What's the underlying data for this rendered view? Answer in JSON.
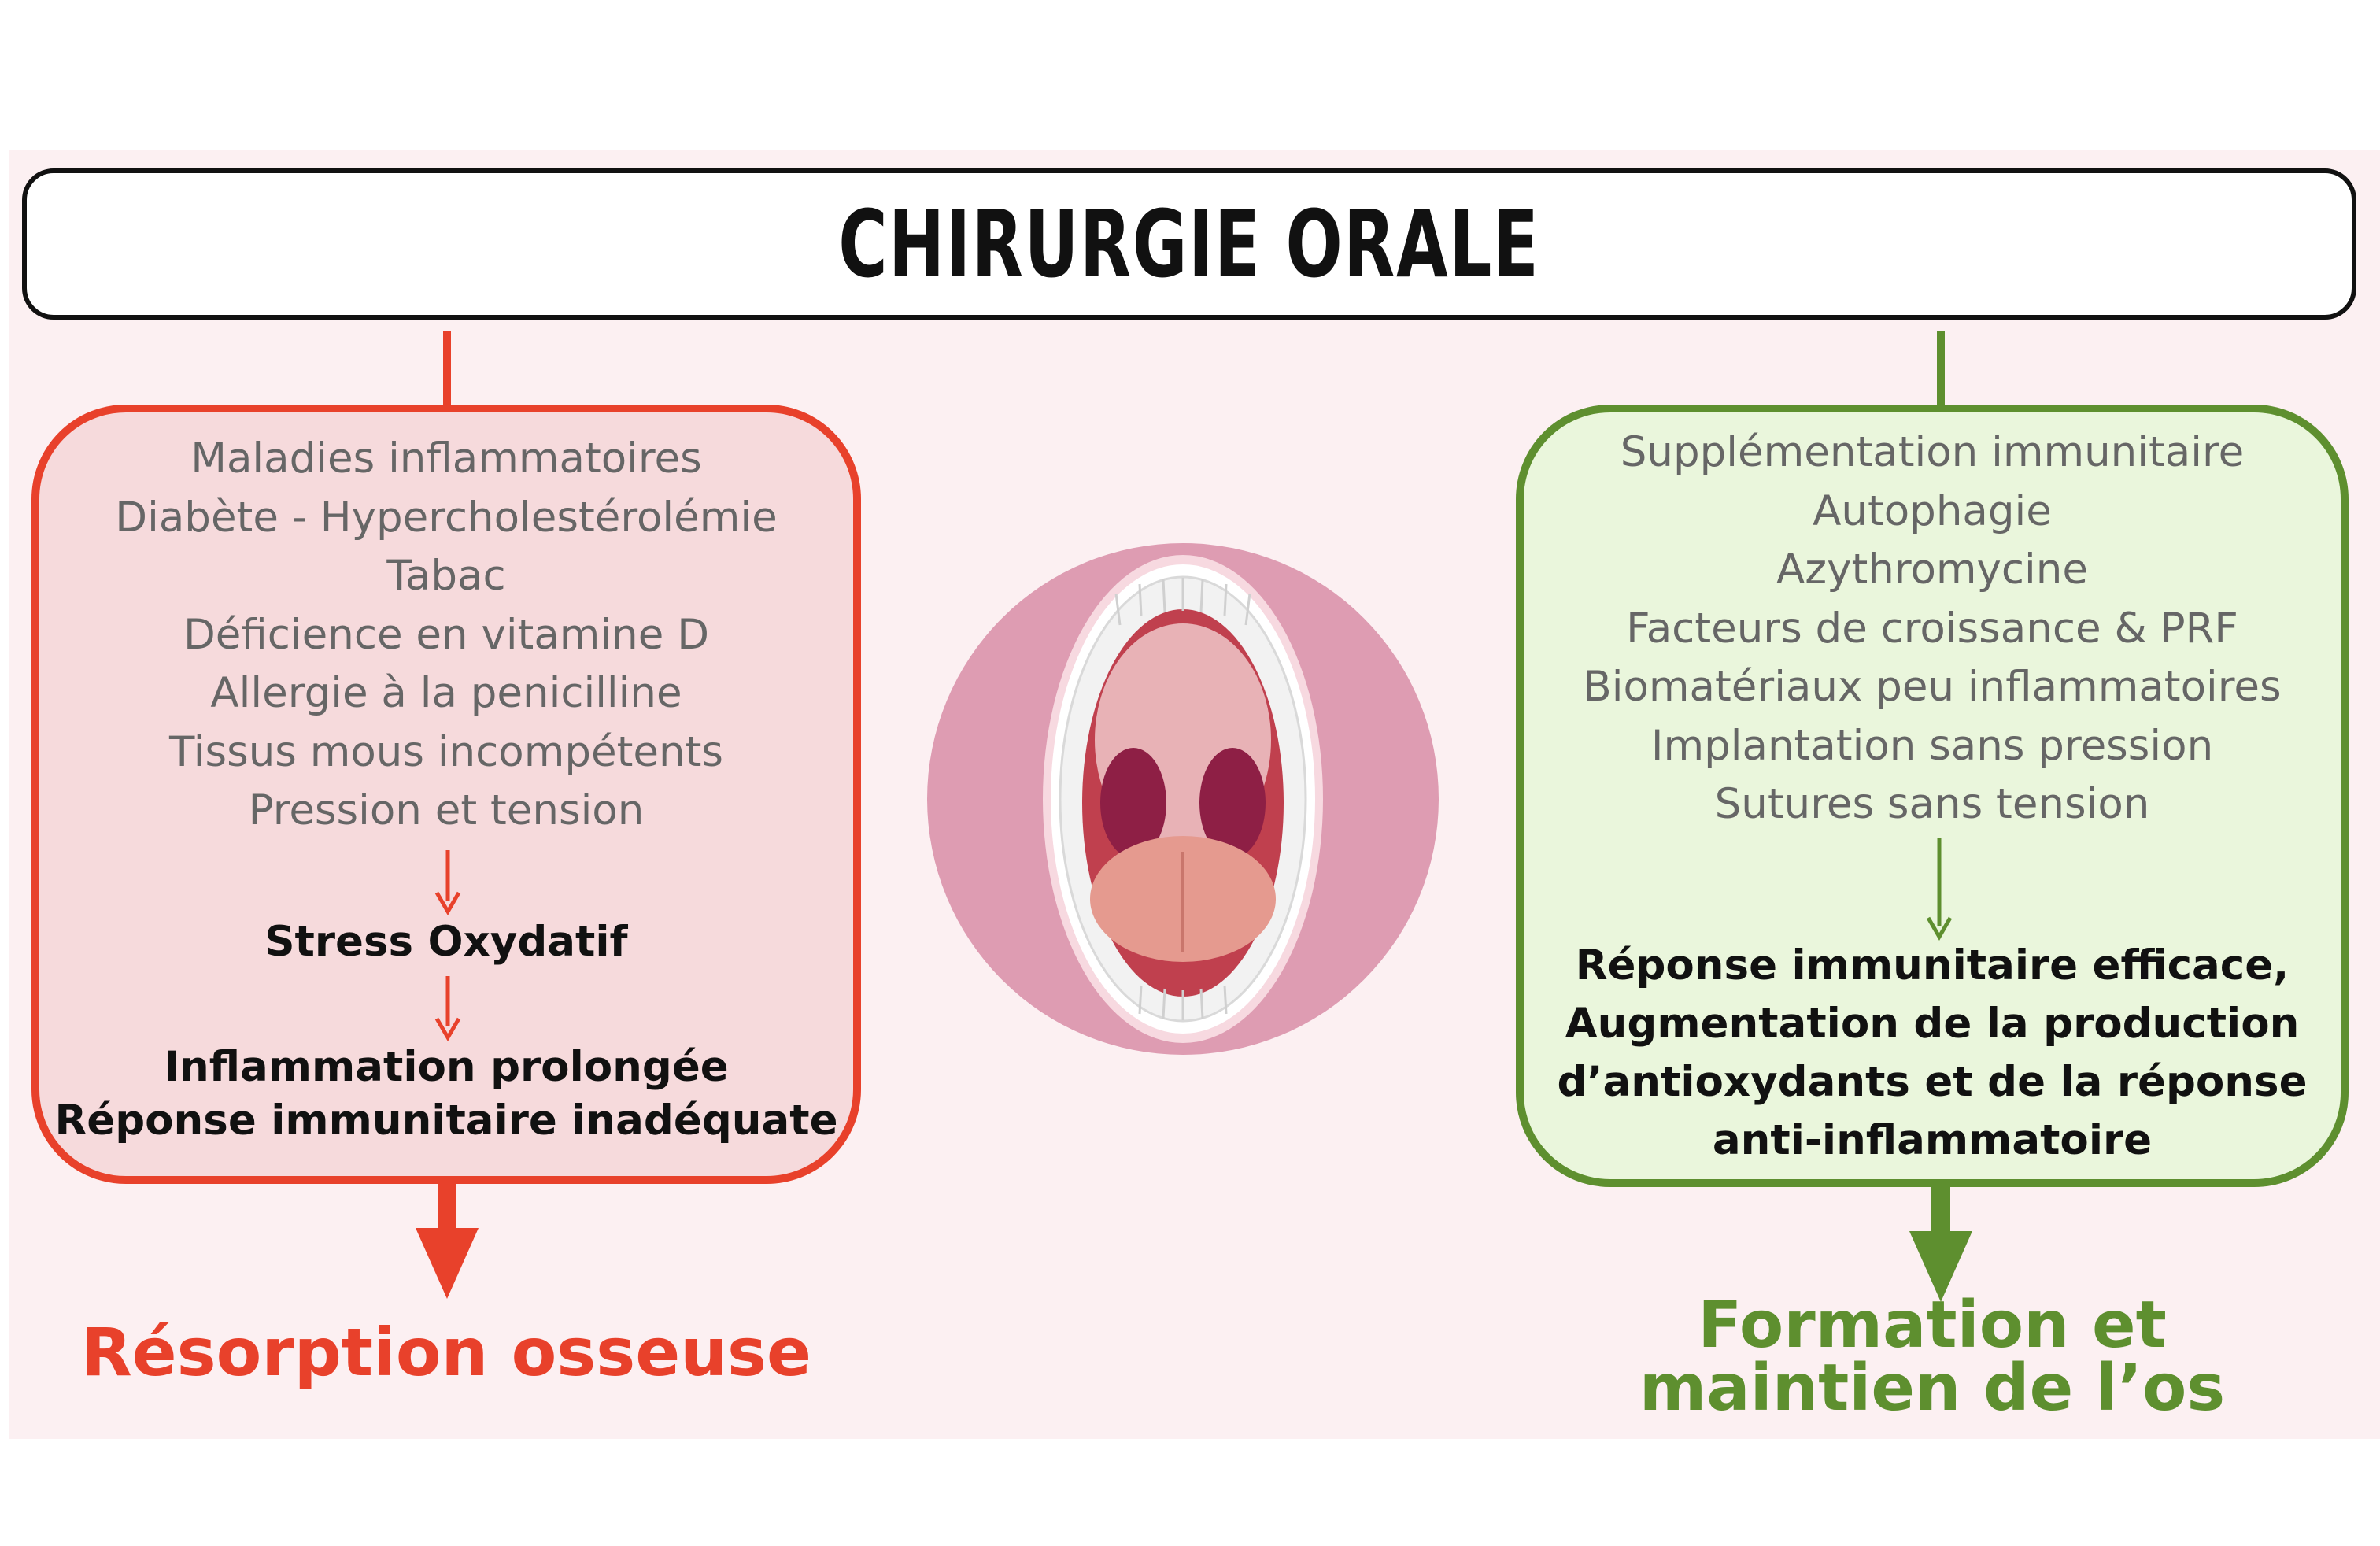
{
  "title": "CHIRURGIE ORALE",
  "left": {
    "factors": [
      "Maladies inflammatoires",
      "Diabète - Hypercholestérolémie",
      "Tabac",
      "Déficience en vitamine D",
      "Allergie à la penicilline",
      "Tissus mous incompétents",
      "Pression et tension"
    ],
    "step1": "Stress Oxydatif",
    "step2_line1": "Inflammation prolongée",
    "step2_line2": "Réponse immunitaire inadéquate",
    "outcome": "Résorption osseuse"
  },
  "right": {
    "factors": [
      "Supplémentation immunitaire",
      "Autophagie",
      "Azythromycine",
      "Facteurs de croissance & PRF",
      "Biomatériaux peu inflammatoires",
      "Implantation sans pression",
      "Sutures sans tension"
    ],
    "result_line1": "Réponse immunitaire efficace,",
    "result_line2": "Augmentation de la production",
    "result_line3": "d’antioxydants et de la réponse",
    "result_line4": "anti-inflammatoire",
    "outcome_line1": "Formation et",
    "outcome_line2": "maintien de l’os"
  },
  "colors": {
    "negative": "#e8412b",
    "positive": "#5e8f2f",
    "negative_fill": "#f6dadc",
    "positive_fill": "#eaf6dc"
  },
  "illustration": "open-mouth-illustration"
}
